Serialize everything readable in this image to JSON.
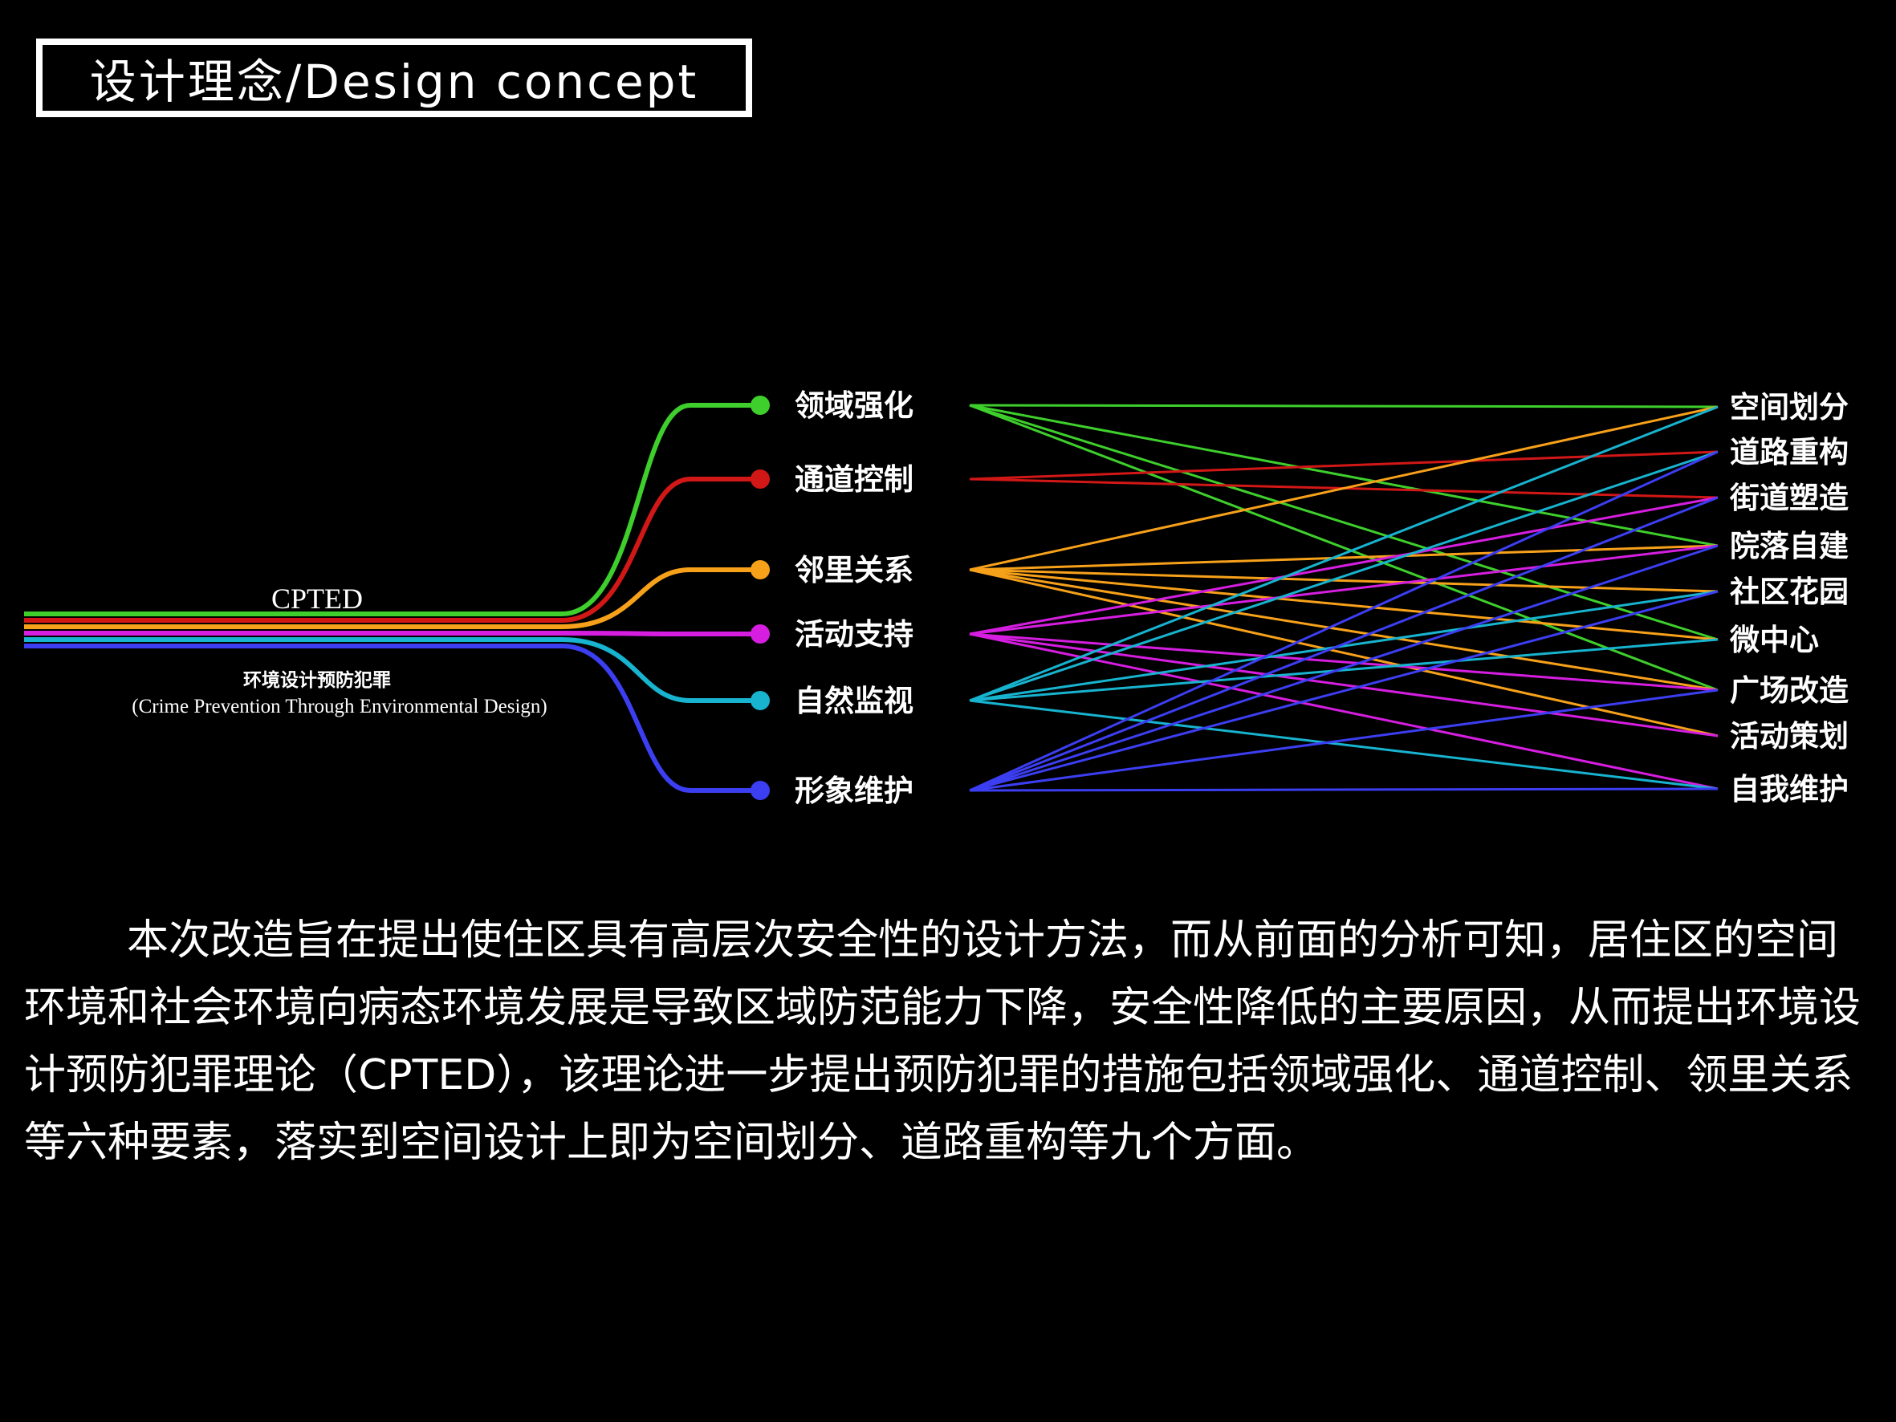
{
  "title": "设计理念/Design concept",
  "diagram": {
    "root_label": "CPTED",
    "root_sublabel_cn": "环境设计预防犯罪",
    "root_sublabel_en": "(Crime Prevention Through Environmental Design)",
    "colors": {
      "green": "#3ecf2c",
      "red": "#d21717",
      "orange": "#f7a11a",
      "magenta": "#d51ee0",
      "cyan": "#17b3cf",
      "blue": "#3c3ef2"
    },
    "elements": [
      {
        "label": "领域强化",
        "color": "green"
      },
      {
        "label": "通道控制",
        "color": "red"
      },
      {
        "label": "邻里关系",
        "color": "orange"
      },
      {
        "label": "活动支持",
        "color": "magenta"
      },
      {
        "label": "自然监视",
        "color": "cyan"
      },
      {
        "label": "形象维护",
        "color": "blue"
      }
    ],
    "aspects": [
      {
        "label": "空间划分"
      },
      {
        "label": "道路重构"
      },
      {
        "label": "街道塑造"
      },
      {
        "label": "院落自建"
      },
      {
        "label": "社区花园"
      },
      {
        "label": "微中心"
      },
      {
        "label": "广场改造"
      },
      {
        "label": "活动策划"
      },
      {
        "label": "自我维护"
      }
    ],
    "links": [
      [
        0,
        0
      ],
      [
        0,
        3
      ],
      [
        0,
        5
      ],
      [
        0,
        6
      ],
      [
        1,
        1
      ],
      [
        1,
        2
      ],
      [
        2,
        0
      ],
      [
        2,
        3
      ],
      [
        2,
        4
      ],
      [
        2,
        5
      ],
      [
        2,
        6
      ],
      [
        2,
        7
      ],
      [
        3,
        2
      ],
      [
        3,
        3
      ],
      [
        3,
        6
      ],
      [
        3,
        7
      ],
      [
        3,
        8
      ],
      [
        4,
        0
      ],
      [
        4,
        1
      ],
      [
        4,
        4
      ],
      [
        4,
        5
      ],
      [
        4,
        8
      ],
      [
        5,
        1
      ],
      [
        5,
        2
      ],
      [
        5,
        3
      ],
      [
        5,
        4
      ],
      [
        5,
        6
      ],
      [
        5,
        8
      ]
    ]
  },
  "body_text": "本次改造旨在提出使住区具有高层次安全性的设计方法，而从前面的分析可知，居住区的空间环境和社会环境向病态环境发展是导致区域防范能力下降，安全性降低的主要原因，从而提出环境设计预防犯罪理论（CPTED），该理论进一步提出预防犯罪的措施包括领域强化、通道控制、领里关系等六种要素，落实到空间设计上即为空间划分、道路重构等九个方面。"
}
